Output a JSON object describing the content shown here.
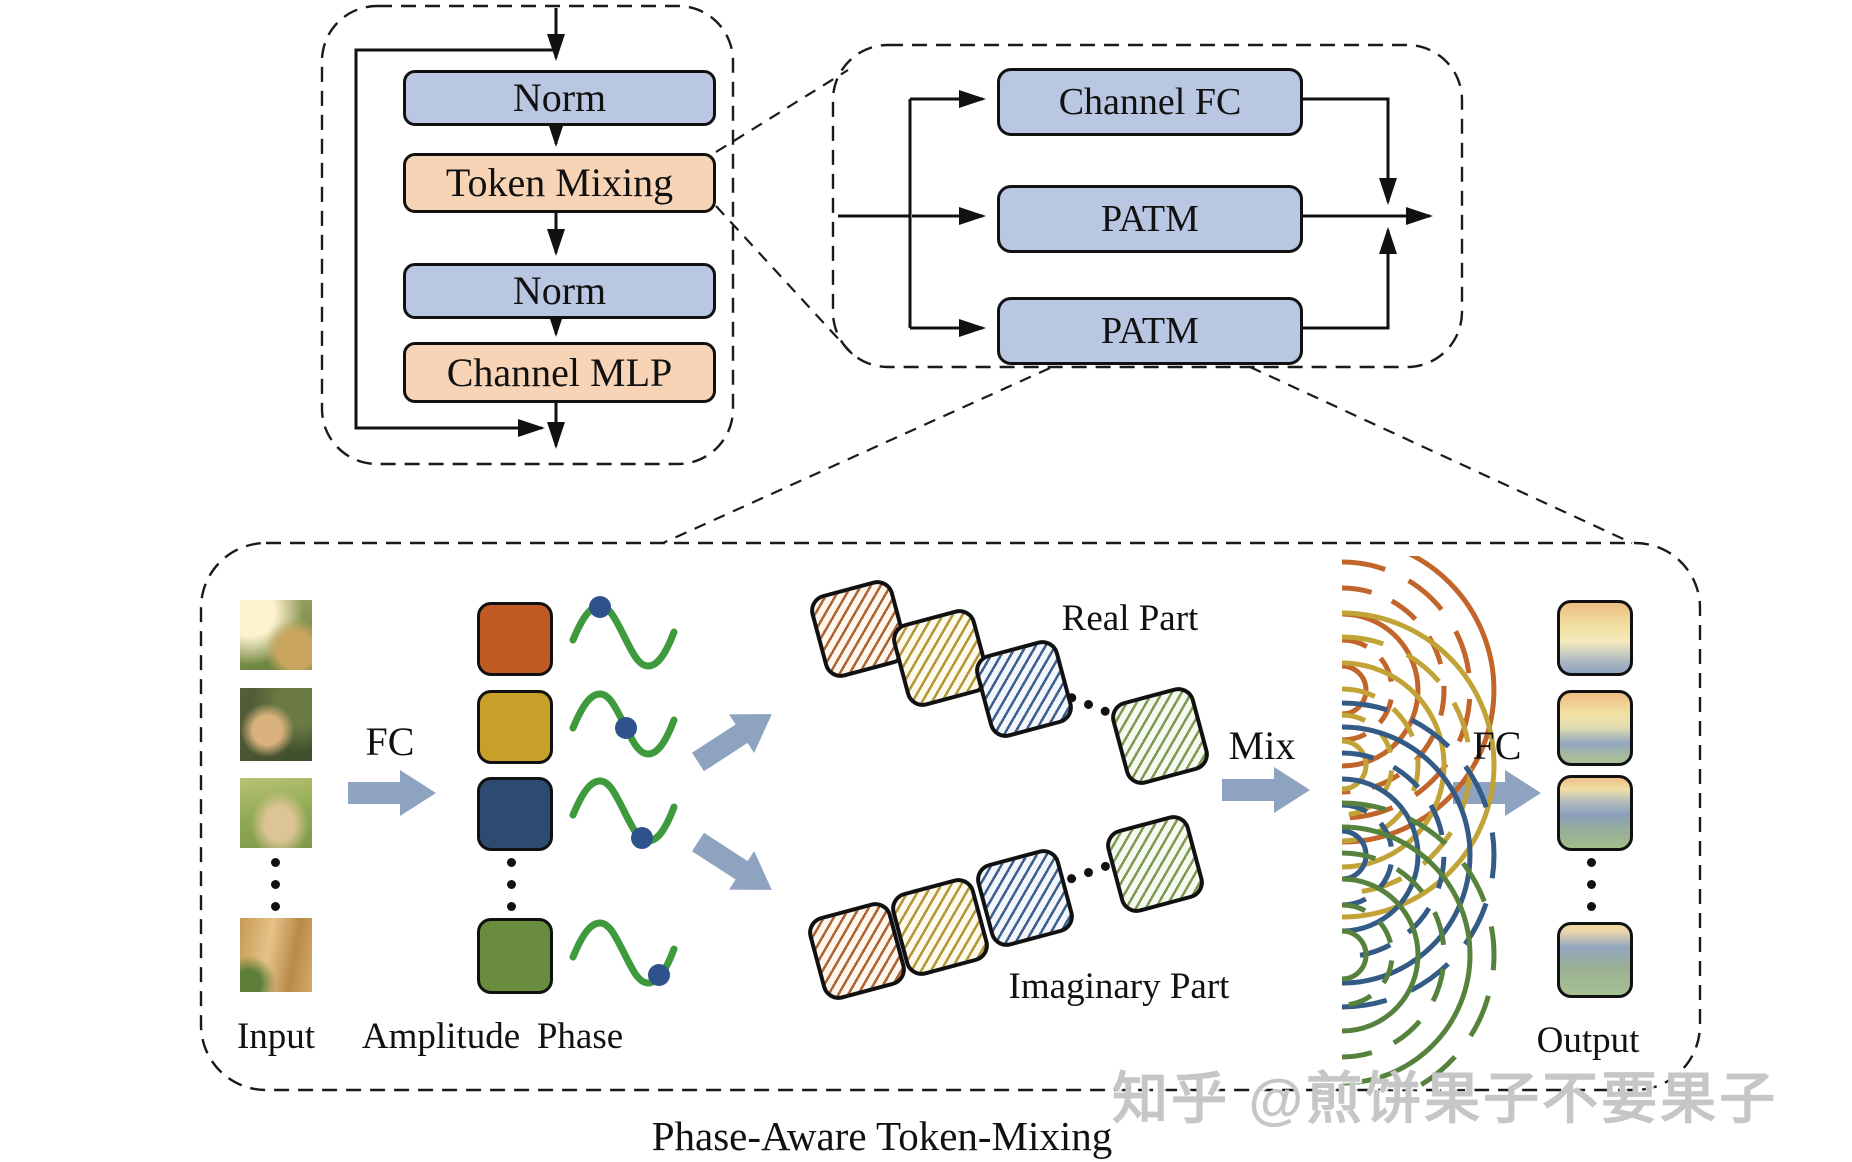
{
  "encoder_block": {
    "boxes": [
      {
        "label": "Norm",
        "type": "norm"
      },
      {
        "label": "Token Mixing",
        "type": "mixing"
      },
      {
        "label": "Norm",
        "type": "norm"
      },
      {
        "label": "Channel MLP",
        "type": "mixing"
      }
    ]
  },
  "token_mixing_detail": {
    "boxes": [
      {
        "label": "Channel FC"
      },
      {
        "label": "PATM"
      },
      {
        "label": "PATM"
      }
    ]
  },
  "patm": {
    "input_label": "Input",
    "fc_left_label": "FC",
    "amplitude_label": "Amplitude",
    "phase_label": "Phase",
    "real_label": "Real Part",
    "imaginary_label": "Imaginary Part",
    "mix_label": "Mix",
    "fc_right_label": "FC",
    "output_label": "Output",
    "caption": "Phase-Aware Token-Mixing"
  },
  "watermark": "知乎 @煎饼果子不要果子",
  "colors": {
    "norm_box_fill": "#b9c7e3",
    "mixing_box_fill": "#f7d4b5",
    "amplitude": [
      "#c05a24",
      "#c7a02a",
      "#2d4b70",
      "#6a8c3f"
    ],
    "phase_wave": "#3f9a3e",
    "phase_dot": "#2e538c",
    "gray_arrow": "#8da3bf",
    "hatch": [
      "#b06332",
      "#b39734",
      "#3c5f8e",
      "#7d9a55"
    ],
    "interference_waves": [
      "#c2652a",
      "#c2a338",
      "#345a86",
      "#57823d"
    ]
  }
}
